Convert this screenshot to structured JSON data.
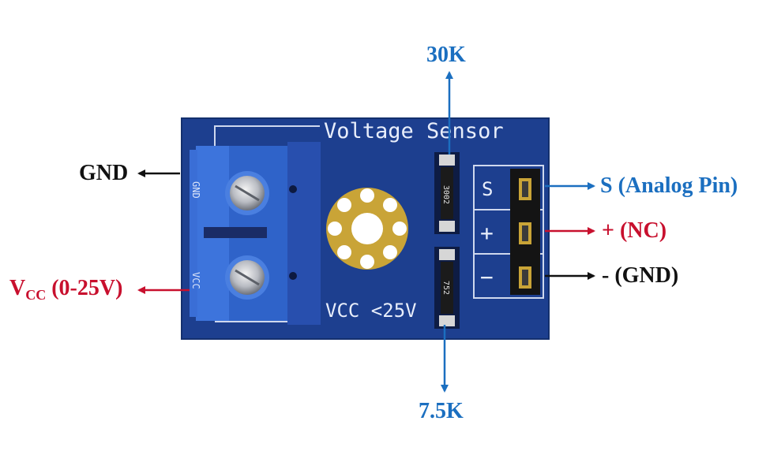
{
  "board": {
    "title": "Voltage Sensor",
    "vcc_text": "VCC <25V",
    "terminal_top_text": "GND",
    "terminal_bottom_text": "VCC",
    "pin_labels": [
      "S",
      "+",
      "−"
    ],
    "resistor_top_code": "3002",
    "resistor_bottom_code": "752"
  },
  "labels": {
    "gnd_left": "GND",
    "vcc_main": "V",
    "vcc_sub": "CC",
    "vcc_range": " (0-25V)",
    "top_resistor": "30K",
    "bottom_resistor": "7.5K",
    "signal_pin": "S (Analog Pin)",
    "plus_pin": "+ (NC)",
    "minus_pin": "-  (GND)"
  },
  "colors": {
    "board_blue": "#1d3f8f",
    "terminal_blue": "#2f63c9",
    "arrow_blue": "#1b6fc0",
    "arrow_red": "#c8102e",
    "arrow_black": "#111111",
    "gold": "#c9a437"
  }
}
